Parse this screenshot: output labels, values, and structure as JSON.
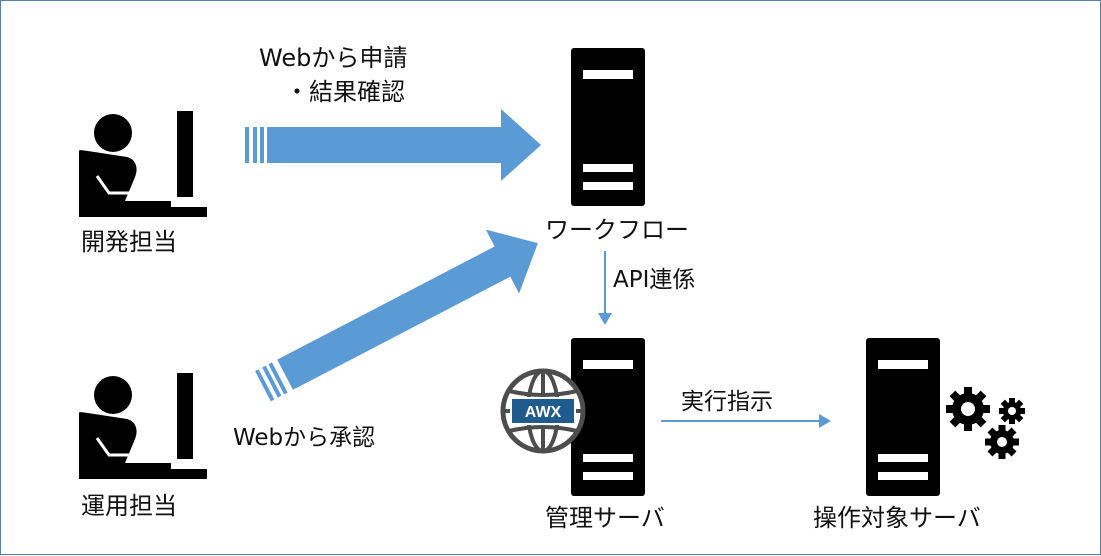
{
  "labels": {
    "web_request_line1": "Webから申請",
    "web_request_line2": "・結果確認",
    "dev": "開発担当",
    "ops": "運用担当",
    "web_approve": "Webから承認",
    "workflow": "ワークフロー",
    "api": "API連係",
    "mgmt": "管理サーバ",
    "exec": "実行指示",
    "target": "操作対象サーバ",
    "awx_badge": "AWX"
  },
  "colors": {
    "arrow_blue": "#5b9bd5",
    "server_black": "#000000",
    "border": "#5a7fa8",
    "awx_badge": "#1f5b8c",
    "globe_gray": "#4d4d4d"
  },
  "icons": {
    "dev": "person-at-computer-icon",
    "ops": "person-at-computer-icon",
    "workflow": "server-tower-icon",
    "mgmt": "server-tower-icon",
    "target": "server-tower-icon",
    "globe": "globe-icon",
    "gears": "gears-icon"
  }
}
